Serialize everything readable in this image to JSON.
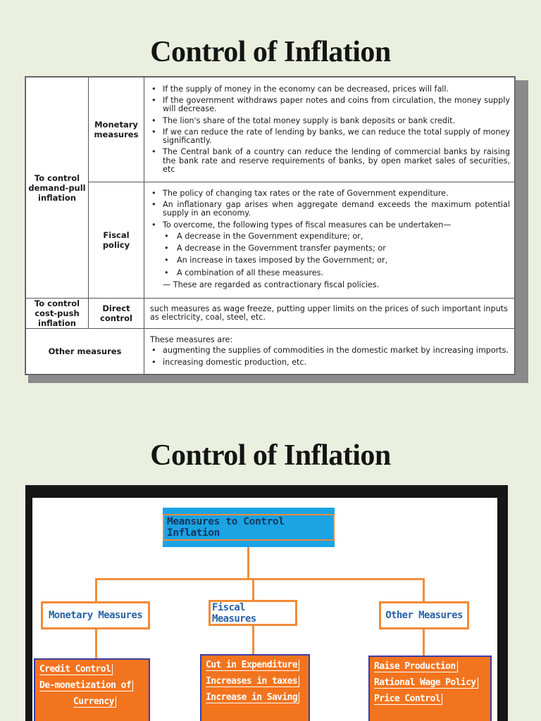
{
  "titles": {
    "top": "Control of Inflation",
    "bottom": "Control of Inflation"
  },
  "table": {
    "demand_pull_label": "To control demand-pull inflation",
    "monetary": {
      "label": "Monetary measures",
      "points": [
        "If the supply of money in the economy can be decreased, prices will fall.",
        "If the government withdraws paper notes and coins from circulation, the money supply will decrease.",
        "The lion's share of the total money supply is bank deposits or bank credit.",
        "If we can reduce the rate of lending by banks, we can reduce the total supply of money significantly.",
        "The Central bank of a country can reduce the lending of commercial banks by raising the bank rate and reserve requirements of banks, by open market sales of securities, etc"
      ]
    },
    "fiscal": {
      "label": "Fiscal policy",
      "points": [
        "The policy of changing tax rates or the rate of Government expenditure.",
        "An inflationary gap arises when aggregate demand exceeds the maximum potential supply in an economy.",
        "To overcome, the following types of fiscal measures can be undertaken—"
      ],
      "subpoints": [
        "A decrease in the Government expenditure; or,",
        "A decrease in the Government transfer payments; or",
        "An increase in taxes imposed by the Government; or,",
        "A combination of all these measures."
      ],
      "note": "— These are regarded as contractionary fiscal policies."
    },
    "cost_push_label": "To control cost-push inflation",
    "direct": {
      "label": "Direct control",
      "text": "such measures as wage freeze, putting upper limits on the prices of such important inputs as electricity, coal, steel, etc."
    },
    "other": {
      "label": "Other measures",
      "intro": "These measures are:",
      "points": [
        "augmenting the supplies of commodities in the domestic market by increasing imports.",
        "increasing domestic production, etc."
      ]
    }
  },
  "diagram": {
    "root": "Meansures to Control Inflation",
    "branches": {
      "monetary": "Monetary Measures",
      "fiscal": "Fiscal Measures",
      "other": "Other Measures"
    },
    "leaves": {
      "monetary": [
        "Credit Control",
        "De-monetization of",
        "Currency"
      ],
      "fiscal": [
        "Cut in Expenditure",
        "Increases in taxes",
        "Increase in Saving"
      ],
      "other": [
        "Raise Production",
        "Rational Wage Policy",
        "Price Control"
      ]
    },
    "colors": {
      "root_fill": "#1ba3e3",
      "connector": "#f08e3c",
      "leaf_fill": "#f3741e",
      "leaf_border": "#3b3ca8",
      "branch_text": "#2b62a6"
    }
  }
}
